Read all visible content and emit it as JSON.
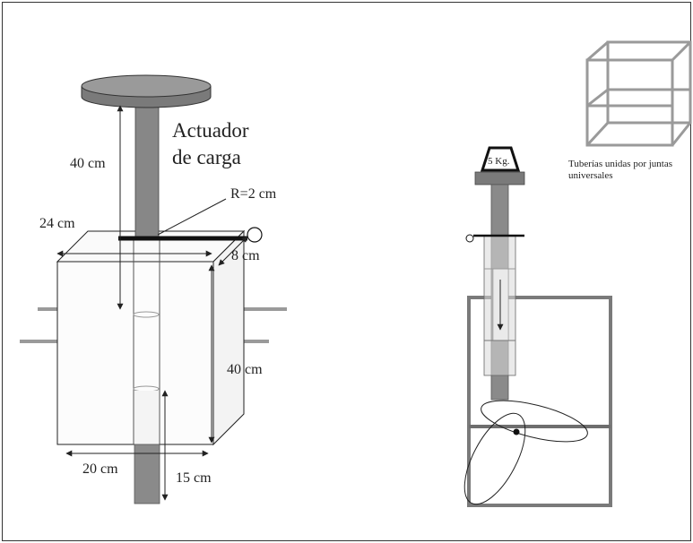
{
  "labels": {
    "actuator_line1": "Actuador",
    "actuator_line2": "de carga",
    "shaft_height": "40 cm",
    "radius": "R=2 cm",
    "box_width_top": "24 cm",
    "box_depth": "8 cm",
    "box_height": "40 cm",
    "box_width_bottom": "20 cm",
    "tube_length": "15 cm",
    "weight": "5 Kg.",
    "legend_line1": "Tuberías unidas por juntas",
    "legend_line2": "universales"
  },
  "colors": {
    "line": "#222222",
    "dark_gray": "#777777",
    "mid_gray": "#8a8a8a",
    "light_gray": "#bdbdbd",
    "frame_gray": "#7a7a7a"
  }
}
